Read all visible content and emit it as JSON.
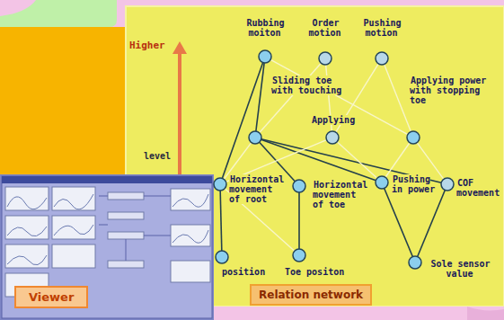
{
  "diagram": {
    "nodes": [
      {
        "text": [
          "Rubbing moiton"
        ]
      },
      {
        "text": [
          "Order motion"
        ]
      },
      {
        "text": [
          "Pushing motion"
        ]
      },
      {
        "text": [
          "Sliding toe with touching"
        ]
      },
      {
        "text": [
          "Applying"
        ]
      },
      {
        "text": [
          "Applying power with stopping toe"
        ]
      },
      {
        "text": [
          "Horizontal movement of root"
        ]
      },
      {
        "text": [
          "Horizontal movement of toe"
        ]
      },
      {
        "text": [
          "Pushing in power"
        ]
      },
      {
        "text": [
          "COF movement"
        ]
      },
      {
        "text": [
          "position"
        ]
      },
      {
        "text": [
          "Toe positon"
        ]
      },
      {
        "text": [
          "Sole sensor value"
        ]
      }
    ],
    "edges": [
      {
        "from": 0,
        "to": 3,
        "arrow": "none"
      },
      {
        "from": 0,
        "to": 6,
        "arrow": "none"
      },
      {
        "from": 0,
        "to": 5,
        "arrow": "none"
      },
      {
        "from": 1,
        "to": 3,
        "arrow": "none"
      },
      {
        "from": 1,
        "to": 4,
        "arrow": "none"
      },
      {
        "from": 2,
        "to": 4,
        "arrow": "none"
      },
      {
        "from": 2,
        "to": 5,
        "arrow": "none"
      },
      {
        "from": 3,
        "to": 6,
        "arrow": "none"
      },
      {
        "from": 3,
        "to": 7,
        "arrow": "none"
      },
      {
        "from": 3,
        "to": 8,
        "arrow": "none"
      },
      {
        "from": 3,
        "to": 9,
        "arrow": "none"
      },
      {
        "from": 4,
        "to": 6,
        "arrow": "none"
      },
      {
        "from": 4,
        "to": 8,
        "arrow": "none"
      },
      {
        "from": 5,
        "to": 8,
        "arrow": "none"
      },
      {
        "from": 5,
        "to": 9,
        "arrow": "none"
      },
      {
        "from": 6,
        "to": 10,
        "arrow": "none"
      },
      {
        "from": 6,
        "to": 11,
        "arrow": "none"
      },
      {
        "from": 7,
        "to": 11,
        "arrow": "none"
      },
      {
        "from": 8,
        "to": 12,
        "arrow": "none"
      },
      {
        "from": 9,
        "to": 12,
        "arrow": "none"
      }
    ],
    "labels": [
      "Higher",
      "level",
      "Viewer",
      "Relation network"
    ]
  }
}
